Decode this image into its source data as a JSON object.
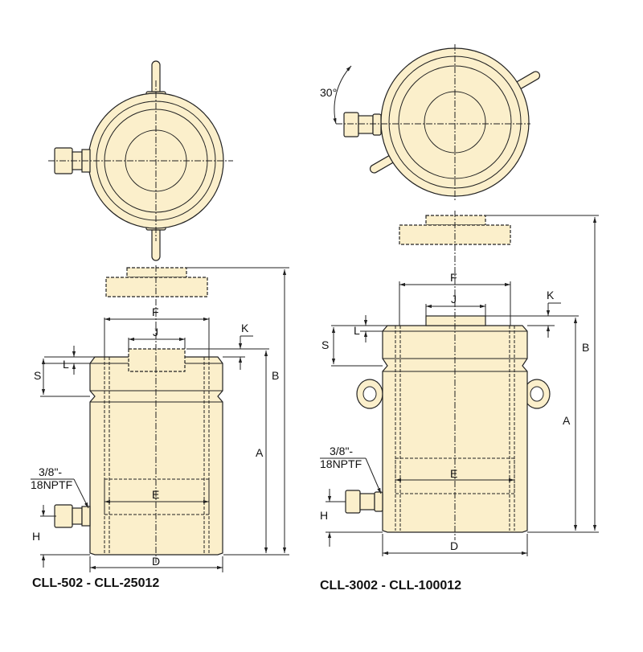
{
  "colors": {
    "body_fill": "#FBEFCB",
    "line": "#222222"
  },
  "left_drawing": {
    "caption": "CLL-502 - CLL-25012",
    "port_label_1": "3/8\"-",
    "port_label_2": "18NPTF",
    "dims": {
      "A": "A",
      "B": "B",
      "D": "D",
      "E": "E",
      "F": "F",
      "H": "H",
      "J": "J",
      "K": "K",
      "L": "L",
      "S": "S"
    }
  },
  "right_drawing": {
    "caption": "CLL-3002 - CLL-100012",
    "angle_label": "30°",
    "port_label_1": "3/8\"-",
    "port_label_2": "18NPTF",
    "dims": {
      "A": "A",
      "B": "B",
      "D": "D",
      "E": "E",
      "F": "F",
      "H": "H",
      "J": "J",
      "K": "K",
      "L": "L",
      "S": "S"
    }
  }
}
